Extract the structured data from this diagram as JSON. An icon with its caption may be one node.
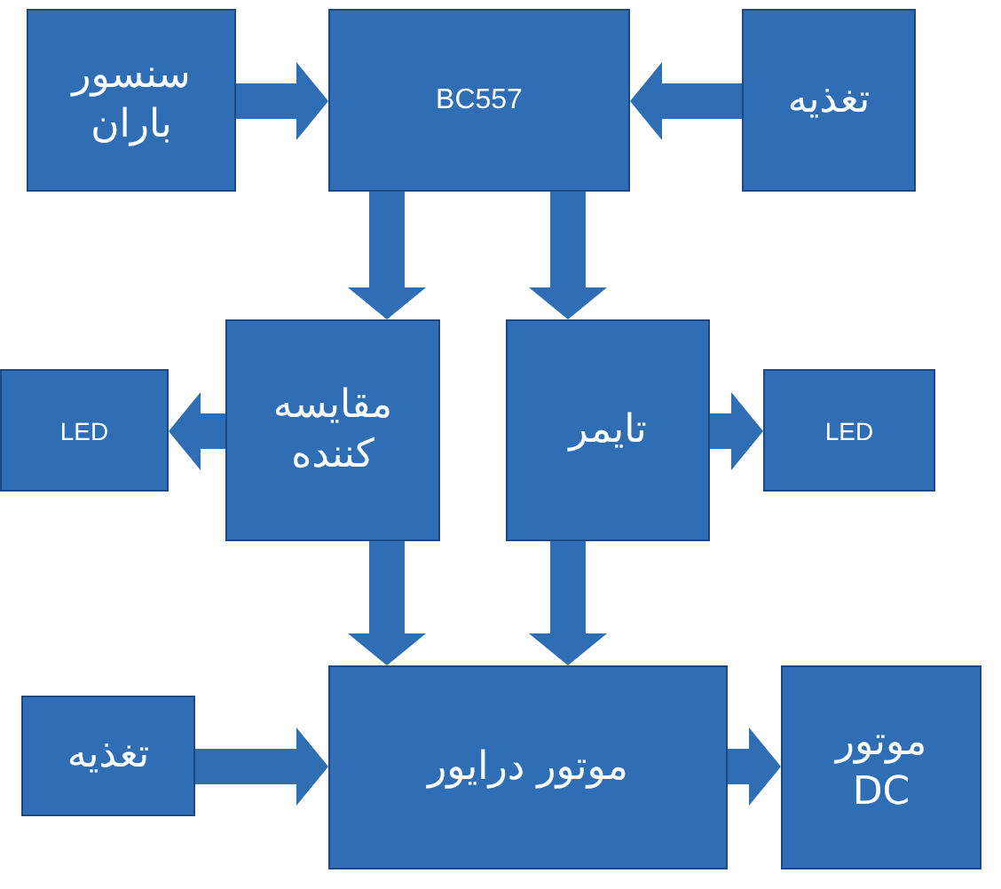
{
  "diagram": {
    "nodes": [
      {
        "text": [
          "سنسور باران"
        ]
      },
      {
        "text": [
          "BC557"
        ]
      },
      {
        "text": [
          "تغذیه"
        ]
      },
      {
        "text": [
          "LED"
        ]
      },
      {
        "text": [
          "مقایسه کننده"
        ]
      },
      {
        "text": [
          "تایمر"
        ]
      },
      {
        "text": [
          "LED"
        ]
      },
      {
        "text": [
          "تغذیه"
        ]
      },
      {
        "text": [
          "موتور درایور"
        ]
      },
      {
        "text": [
          "موتور DC"
        ]
      }
    ],
    "edges": [
      {
        "from": 0,
        "to": 1,
        "arrow": "to"
      },
      {
        "from": 2,
        "to": 1,
        "arrow": "to"
      },
      {
        "from": 1,
        "to": 4,
        "arrow": "to"
      },
      {
        "from": 1,
        "to": 5,
        "arrow": "to"
      },
      {
        "from": 4,
        "to": 3,
        "arrow": "to"
      },
      {
        "from": 5,
        "to": 6,
        "arrow": "to"
      },
      {
        "from": 4,
        "to": 8,
        "arrow": "to"
      },
      {
        "from": 5,
        "to": 8,
        "arrow": "to"
      },
      {
        "from": 7,
        "to": 8,
        "arrow": "to"
      },
      {
        "from": 8,
        "to": 9,
        "arrow": "to"
      }
    ]
  }
}
